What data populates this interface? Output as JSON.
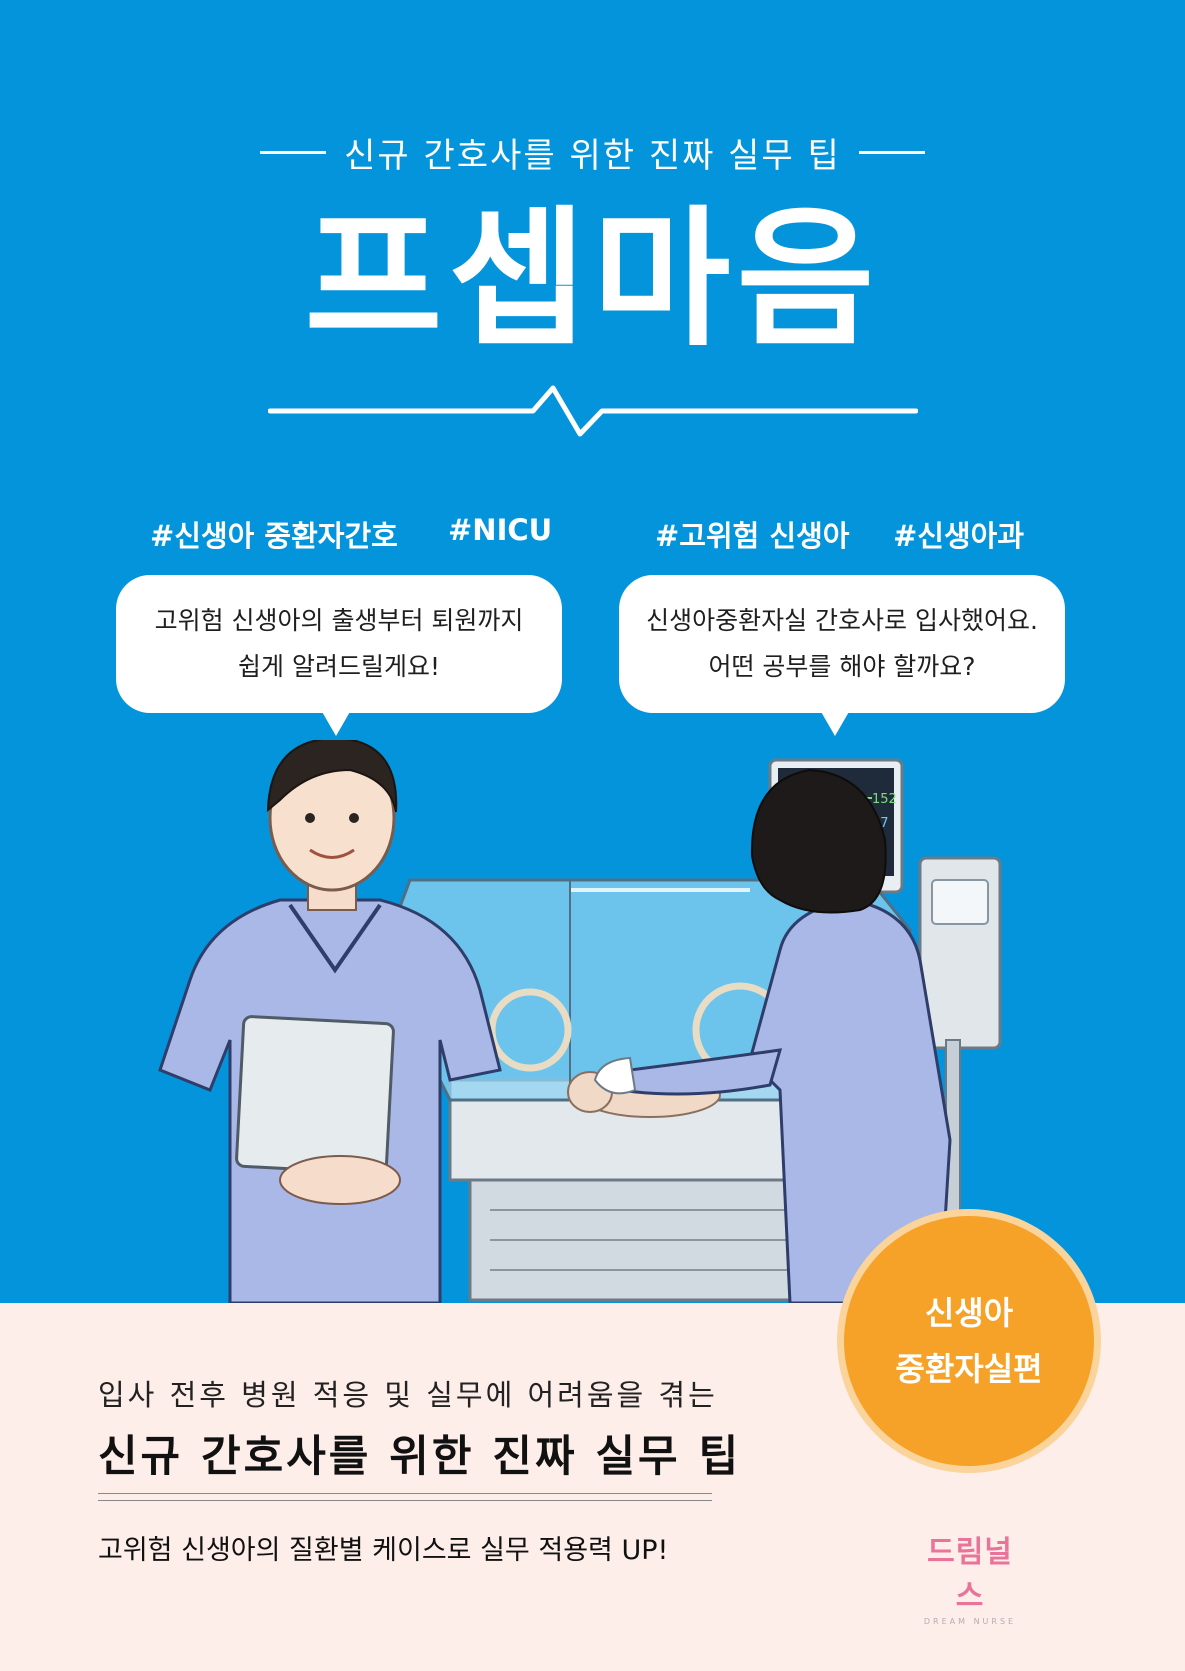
{
  "cover": {
    "subtitle": "신규 간호사를 위한 진짜 실무 팁",
    "title": "프셉마음"
  },
  "hashtags": [
    "#신생아 중환자간호",
    "#NICU",
    "#고위험 신생아",
    "#신생아과"
  ],
  "bubbles": [
    {
      "line1": "고위험 신생아의 출생부터 퇴원까지",
      "line2": "쉽게 알려드릴게요!"
    },
    {
      "line1": "신생아중환자실 간호사로 입사했어요.",
      "line2": "어떤 공부를 해야 할까요?"
    }
  ],
  "monitor": {
    "value1": "152",
    "value2": "97"
  },
  "badge": {
    "line1": "신생아",
    "line2": "중환자실편"
  },
  "bottom": {
    "line1": "입사 전후 병원 적응 및 실무에 어려움을 겪는",
    "line2": "신규 간호사를 위한 진짜 실무 팁",
    "line3": "고위험 신생아의 질환별 케이스로 실무 적용력 UP!"
  },
  "publisher": {
    "name": "드림널스",
    "sub": "DREAM NURSE"
  },
  "colors": {
    "background_blue": "#0494dc",
    "bottom_pink": "#fdeeea",
    "badge_orange": "#f6a128",
    "logo_pink": "#e9739a"
  }
}
